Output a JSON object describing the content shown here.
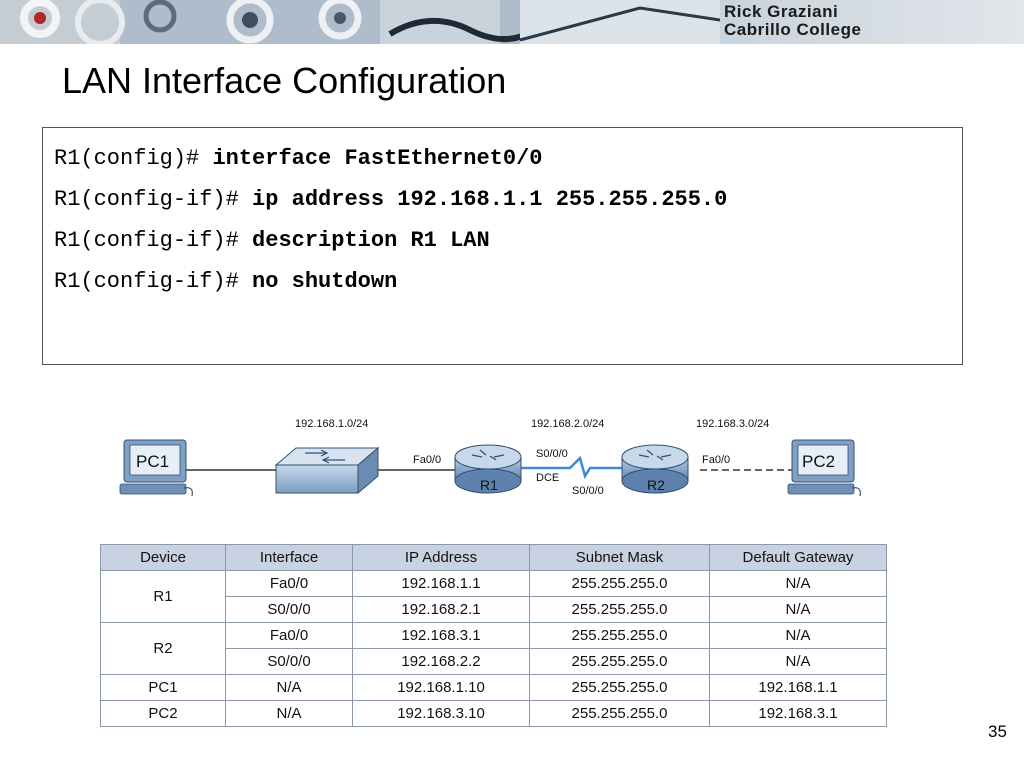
{
  "header": {
    "author": "Rick Graziani",
    "institution": "Cabrillo College"
  },
  "slide": {
    "title": "LAN Interface Configuration",
    "page_number": "35"
  },
  "cli": [
    {
      "prompt": "R1(config)#",
      "command": "interface FastEthernet0/0"
    },
    {
      "prompt": "R1(config-if)#",
      "command": "ip address 192.168.1.1 255.255.255.0"
    },
    {
      "prompt": "R1(config-if)#",
      "command": "description R1 LAN"
    },
    {
      "prompt": "R1(config-if)#",
      "command": "no shutdown"
    }
  ],
  "topology": {
    "networks": [
      "192.168.1.0/24",
      "192.168.2.0/24",
      "192.168.3.0/24"
    ],
    "devices": [
      "PC1",
      "R1",
      "R2",
      "PC2"
    ],
    "labels": {
      "r1_fa": "Fa0/0",
      "r1_serial": "S0/0/0",
      "dce": "DCE",
      "r2_serial": "S0/0/0",
      "r2_fa": "Fa0/0"
    }
  },
  "table": {
    "headers": [
      "Device",
      "Interface",
      "IP Address",
      "Subnet Mask",
      "Default Gateway"
    ],
    "groups": [
      {
        "device": "R1",
        "rows": [
          [
            "Fa0/0",
            "192.168.1.1",
            "255.255.255.0",
            "N/A"
          ],
          [
            "S0/0/0",
            "192.168.2.1",
            "255.255.255.0",
            "N/A"
          ]
        ]
      },
      {
        "device": "R2",
        "rows": [
          [
            "Fa0/0",
            "192.168.3.1",
            "255.255.255.0",
            "N/A"
          ],
          [
            "S0/0/0",
            "192.168.2.2",
            "255.255.255.0",
            "N/A"
          ]
        ]
      },
      {
        "device": "PC1",
        "rows": [
          [
            "N/A",
            "192.168.1.10",
            "255.255.255.0",
            "192.168.1.1"
          ]
        ]
      },
      {
        "device": "PC2",
        "rows": [
          [
            "N/A",
            "192.168.3.10",
            "255.255.255.0",
            "192.168.3.1"
          ]
        ]
      }
    ]
  }
}
